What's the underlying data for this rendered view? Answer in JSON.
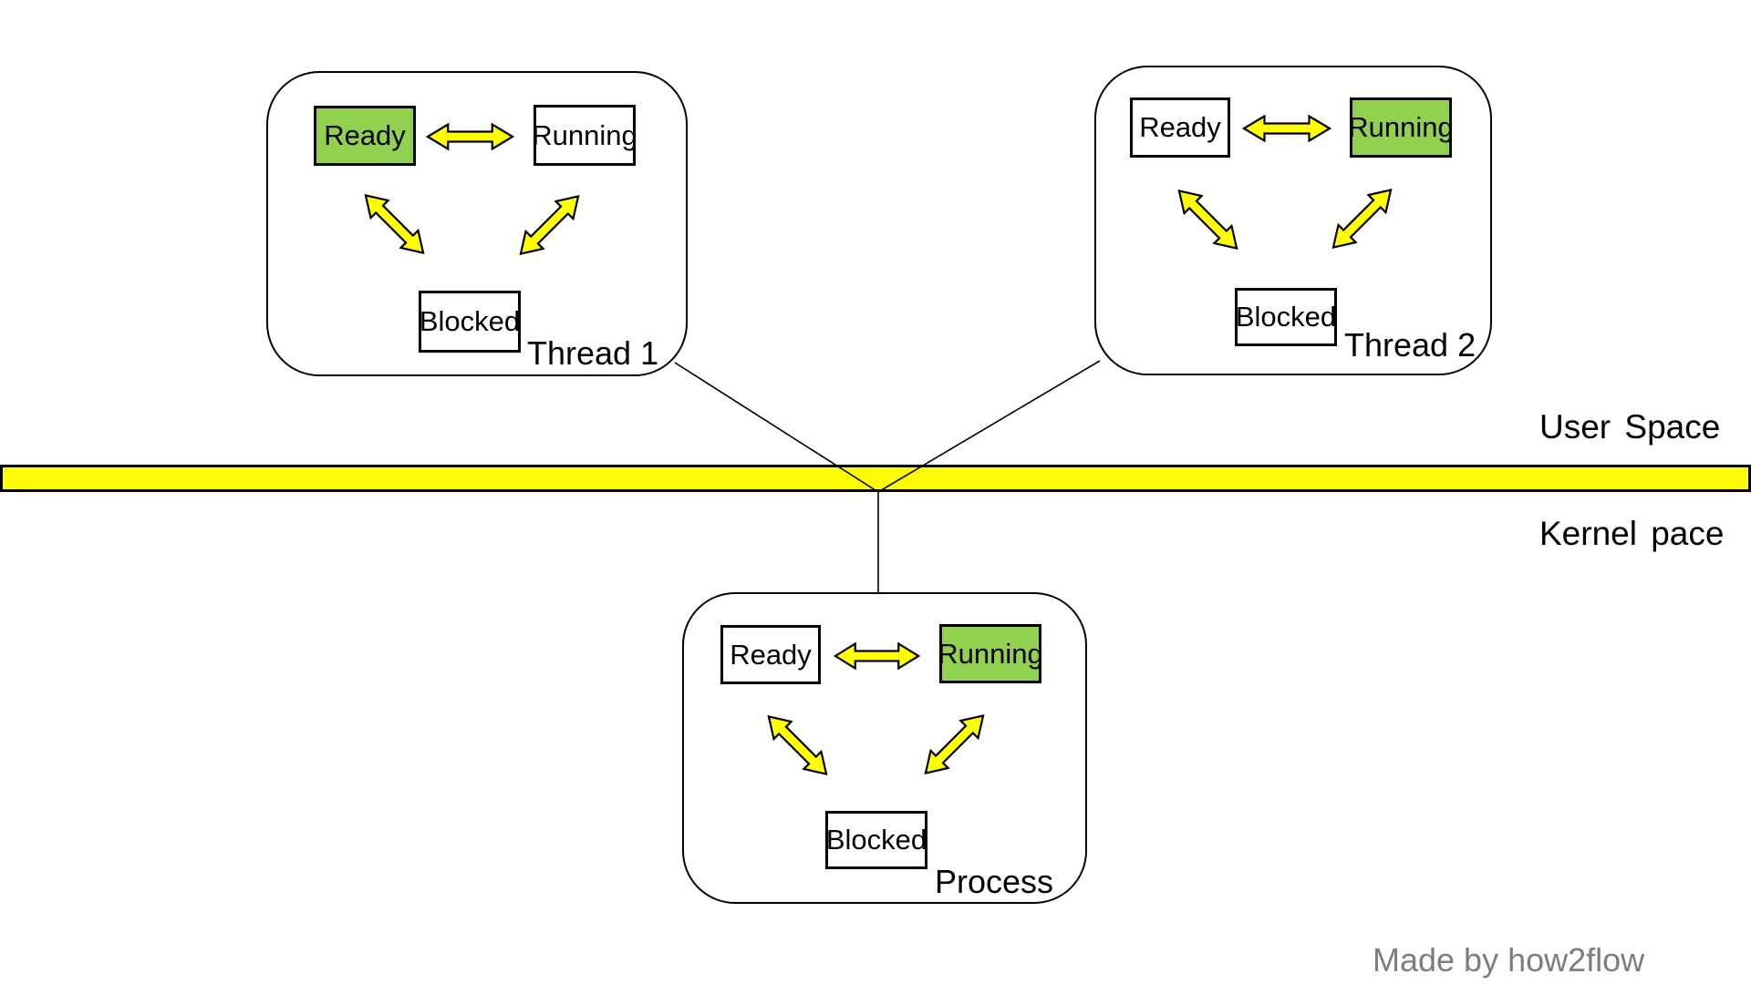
{
  "containers": [
    {
      "label": "Thread 1",
      "states": [
        {
          "name": "Ready",
          "highlighted": true
        },
        {
          "name": "Running",
          "highlighted": false
        },
        {
          "name": "Blocked",
          "highlighted": false
        }
      ]
    },
    {
      "label": "Thread 2",
      "states": [
        {
          "name": "Ready",
          "highlighted": false
        },
        {
          "name": "Running",
          "highlighted": true
        },
        {
          "name": "Blocked",
          "highlighted": false
        }
      ]
    },
    {
      "label": "Process",
      "states": [
        {
          "name": "Ready",
          "highlighted": false
        },
        {
          "name": "Running",
          "highlighted": true
        },
        {
          "name": "Blocked",
          "highlighted": false
        }
      ]
    }
  ],
  "regions": {
    "above_divider": "User Space",
    "below_divider": "Kernel pace"
  },
  "credit": "Made by how2flow",
  "colors": {
    "highlight_green": "#92D050",
    "arrow_yellow": "#FFFF00",
    "divider_yellow": "#FFFF00",
    "outline_black": "#000000",
    "credit_gray": "#7D7D7D"
  }
}
